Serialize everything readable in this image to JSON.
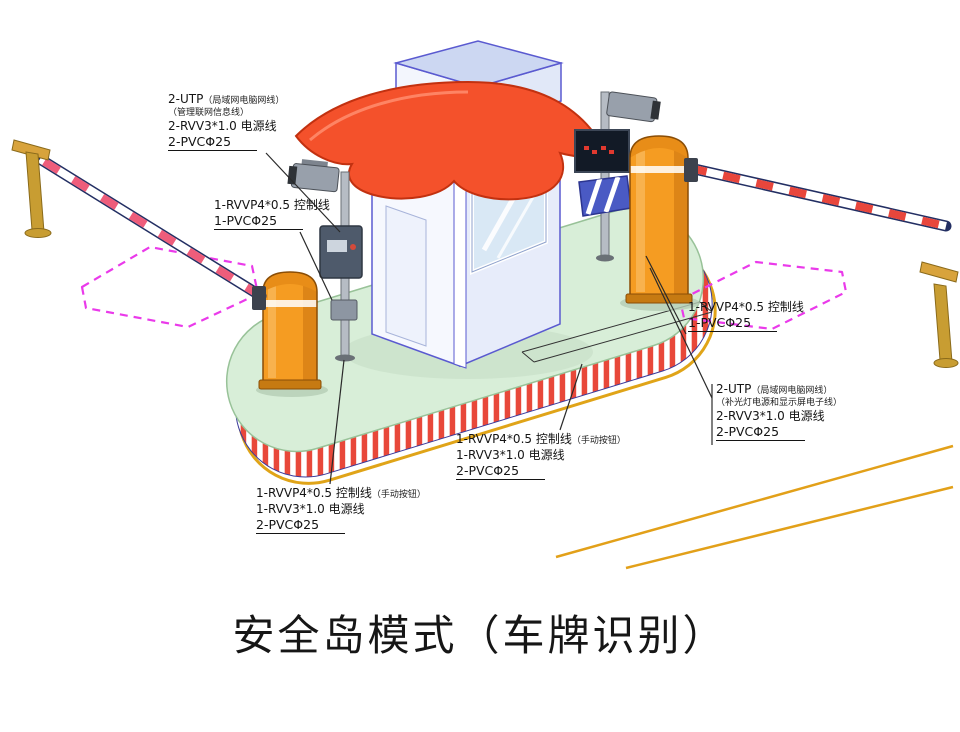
{
  "title": "安全岛模式（车牌识别）",
  "callouts": {
    "top_left": {
      "row1_main": "2-UTP",
      "row1_note": "（局域网电脑网线）",
      "row2_note": "（管理联网信息线）",
      "row3": "2-RVV3*1.0 电源线",
      "row4": "2-PVCΦ25"
    },
    "left_mid": {
      "row1": "1-RVVP4*0.5 控制线",
      "row2": "1-PVCΦ25"
    },
    "bottom_left": {
      "row1_main": "1-RVVP4*0.5 控制线",
      "row1_note": "（手动按钮）",
      "row2": "1-RVV3*1.0 电源线",
      "row3": "2-PVCΦ25"
    },
    "center": {
      "row1_main": "1-RVVP4*0.5 控制线",
      "row1_note": "（手动按钮）",
      "row2": "1-RVV3*1.0 电源线",
      "row3": "2-PVCΦ25"
    },
    "right_mid": {
      "row1": "1-RVVP4*0.5 控制线",
      "row2": "1-PVCΦ25"
    },
    "far_right": {
      "row1_main": "2-UTP",
      "row1_note": "（局域网电脑网线）",
      "row2_note": "（补光灯电源和显示屏电子线）",
      "row3": "2-RVV3*1.0 电源线",
      "row4": "2-PVCΦ25"
    }
  },
  "colors": {
    "canopy_red": "#f4512b",
    "cabinet_orange": "#f59c22",
    "island_green": "#d8eed8",
    "band_stripe_red": "#e8483a",
    "loop_pink": "#ea3aea",
    "guide_yellow": "#e2a019",
    "booth_outline_blue": "#5a5ad0"
  }
}
